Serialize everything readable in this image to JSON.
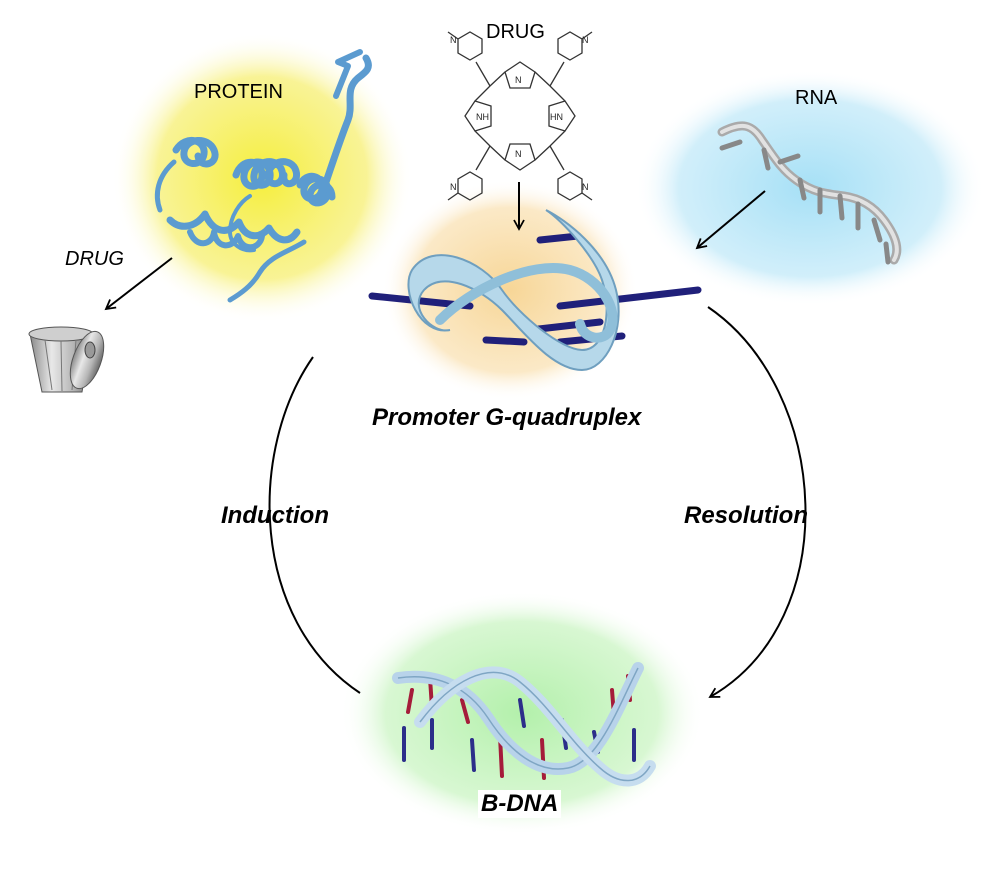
{
  "labels": {
    "protein": "PROTEIN",
    "drug_top": "DRUG",
    "rna": "RNA",
    "drug_side": "DRUG",
    "g_quadruplex": "Promoter G-quadruplex",
    "induction": "Induction",
    "resolution": "Resolution",
    "b_dna": "B-DNA"
  },
  "molecule_atoms": {
    "nh": "NH",
    "hn": "HN",
    "n_left": "N",
    "n_right": "N",
    "n_plus": "N",
    "plus": "+"
  },
  "colors": {
    "protein_glow": "#f7f04a",
    "gquad_glow": "#f8d9a0",
    "rna_glow": "#a9e2f7",
    "bdna_glow": "#b8f0b0",
    "ribbon": "#a9cfe6",
    "base_blue": "#2c2e8a",
    "base_red": "#a51c3a"
  }
}
